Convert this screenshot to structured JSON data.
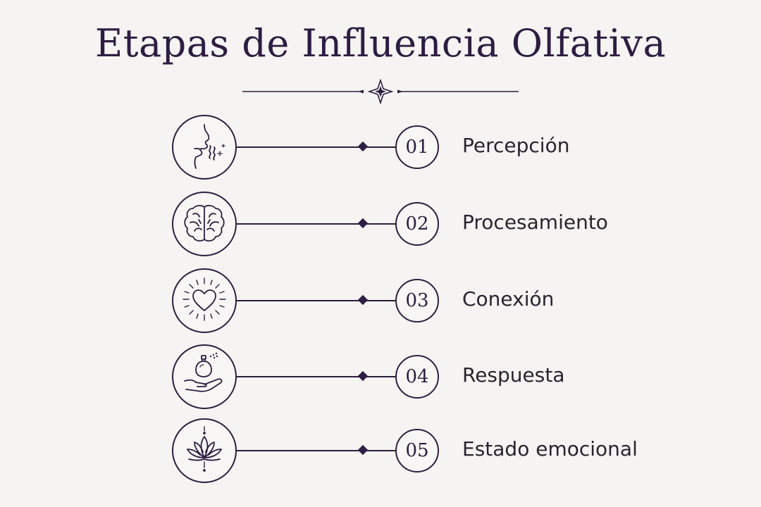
{
  "title": "Etapas de Influencia Olfativa",
  "accent_color": "#2e1d42",
  "background_color": "#f5f4f2",
  "steps": [
    {
      "number": "01",
      "label": "Percepción",
      "icon": "face-smelling-icon"
    },
    {
      "number": "02",
      "label": "Procesamiento",
      "icon": "brain-icon"
    },
    {
      "number": "03",
      "label": "Conexión",
      "icon": "radiant-heart-icon"
    },
    {
      "number": "04",
      "label": "Respuesta",
      "icon": "perfume-hand-icon"
    },
    {
      "number": "05",
      "label": "Estado emocional",
      "icon": "lotus-icon"
    }
  ]
}
